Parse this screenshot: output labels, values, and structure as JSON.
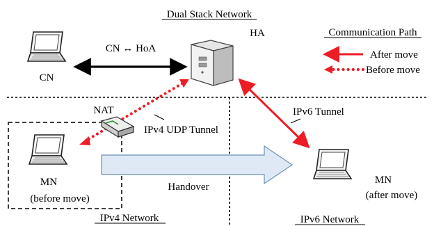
{
  "title": "Dual Stack Network",
  "nodes": {
    "cn": "CN",
    "ha": "HA",
    "nat": "NAT",
    "mn_before": "MN",
    "mn_before_sub": "(before move)",
    "mn_after": "MN",
    "mn_after_sub": "(after move)"
  },
  "links": {
    "cn_hoa": "CN ↔ HoA",
    "ipv4_udp_tunnel": "IPv4 UDP Tunnel",
    "ipv6_tunnel": "IPv6 Tunnel",
    "handover": "Handover"
  },
  "networks": {
    "ipv4": "IPv4 Network",
    "ipv6": "IPv6 Network"
  },
  "legend": {
    "title": "Communication Path",
    "after_move": "After move",
    "before_move": "Before move"
  },
  "colors": {
    "path_red": "#ee1c24",
    "handover_fill": "#dfe9f5",
    "handover_stroke": "#6b8fb5"
  }
}
